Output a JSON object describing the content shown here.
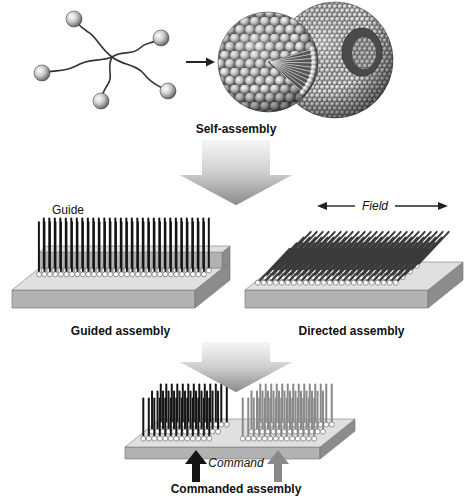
{
  "diagram": {
    "nodes": [
      {
        "text": [
          "Self-assembly"
        ]
      },
      {
        "text": [
          "Guided assembly"
        ]
      },
      {
        "text": [
          "Directed assembly"
        ]
      },
      {
        "text": [
          "Commanded assembly"
        ]
      }
    ],
    "edges": [
      {
        "from": 0,
        "to": 1,
        "arrow": "to"
      },
      {
        "from": 0,
        "to": 2,
        "arrow": "to"
      },
      {
        "from": 1,
        "to": 3,
        "arrow": "to"
      },
      {
        "from": 2,
        "to": 3,
        "arrow": "to"
      }
    ],
    "labels": [
      "Guide",
      "Field",
      "Command"
    ]
  }
}
